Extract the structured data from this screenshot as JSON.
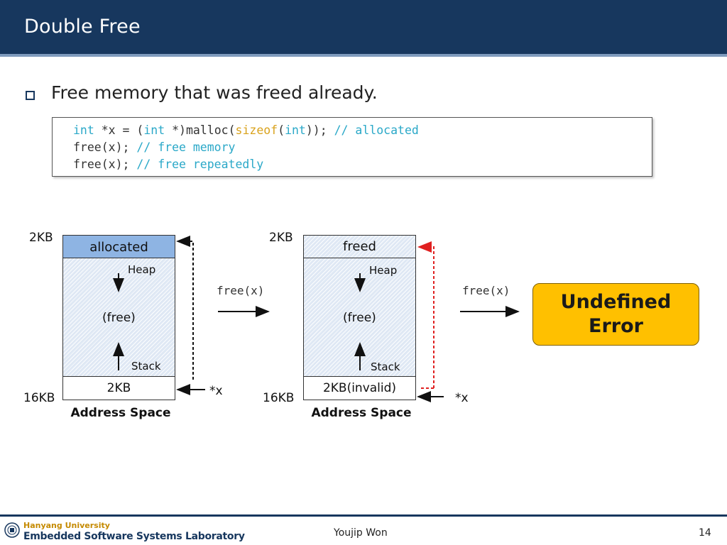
{
  "slide": {
    "title": "Double Free",
    "bullet": "Free memory that was freed already.",
    "code": {
      "line1": {
        "kw1": "int",
        "t1": " *x = (",
        "kw2": "int",
        "t2": " *)malloc(",
        "fn": "sizeof",
        "t3": "(",
        "kw3": "int",
        "t4": ")); ",
        "comment": "// allocated"
      },
      "line2": {
        "t1": "free(x); ",
        "comment": "// free memory"
      },
      "line3": {
        "t1": "free(x); ",
        "comment": "// free repeatedly"
      }
    }
  },
  "diagram_left": {
    "top_addr": "2KB",
    "bottom_addr": "16KB",
    "top_block": "allocated",
    "heap": "Heap",
    "free": "(free)",
    "stack": "Stack",
    "bottom_block": "2KB",
    "pointer": "*x",
    "caption": "Address Space"
  },
  "arrow1_label": "free(x)",
  "diagram_right": {
    "top_addr": "2KB",
    "bottom_addr": "16KB",
    "top_block": "freed",
    "heap": "Heap",
    "free": "(free)",
    "stack": "Stack",
    "bottom_block": "2KB(invalid)",
    "pointer": "*x",
    "caption": "Address Space"
  },
  "arrow2_label": "free(x)",
  "error": {
    "line1": "Undefined",
    "line2": "Error"
  },
  "footer": {
    "university": "Hanyang University",
    "lab": "Embedded Software Systems Laboratory",
    "author": "Youjip Won",
    "page": "14"
  },
  "colors": {
    "header": "#17375e",
    "allocated_fill": "#8eb4e3",
    "error_fill": "#ffc000",
    "invalid_pointer": "#e02020",
    "code_keyword": "#2aa8c8",
    "code_function": "#d9a21c"
  }
}
